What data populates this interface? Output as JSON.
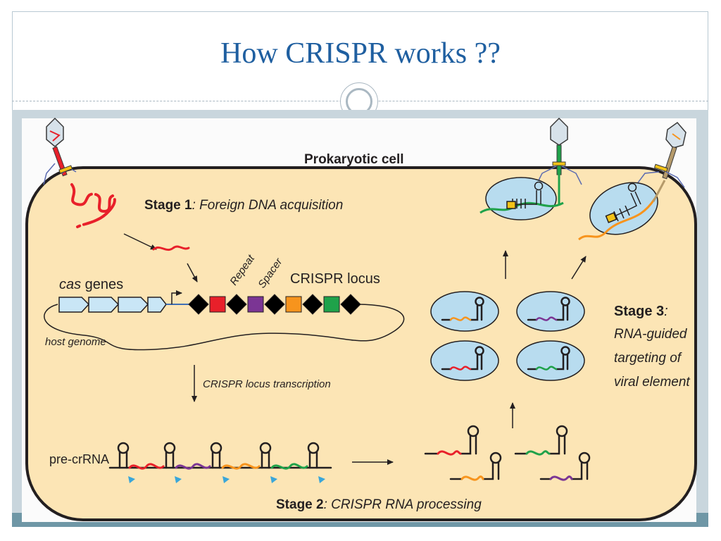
{
  "slide": {
    "title": "How CRISPR works ??"
  },
  "diagram": {
    "cell_label": "Prokaryotic cell",
    "stage1": {
      "bold": "Stage 1",
      "italic": ": Foreign DNA acquisition"
    },
    "cas_genes": {
      "italic": "cas",
      "rest": " genes"
    },
    "host_genome": "host genome",
    "repeat": "Repeat",
    "spacer": "Spacer",
    "crispr_locus": "CRISPR locus",
    "transcription": "CRISPR locus transcription",
    "pre_crrna": "pre-crRNA",
    "stage2": {
      "bold": "Stage 2",
      "italic": ": CRISPR RNA processing"
    },
    "stage3": {
      "bold": "Stage 3",
      "colon": ":",
      "line1": "RNA-guided",
      "line2": "targeting of",
      "line3": "viral element"
    },
    "colors": {
      "cell_fill": "#fce5b5",
      "cell_stroke": "#231f20",
      "repeat_black": "#000000",
      "spacer_red": "#e8202a",
      "spacer_purple": "#7b3594",
      "spacer_orange": "#f7941d",
      "spacer_green": "#1fa24a",
      "cascade_blue": "#b8dcef",
      "cas_gene_fill": "#c9e6f6",
      "slide_title": "#1f5fa0"
    }
  }
}
